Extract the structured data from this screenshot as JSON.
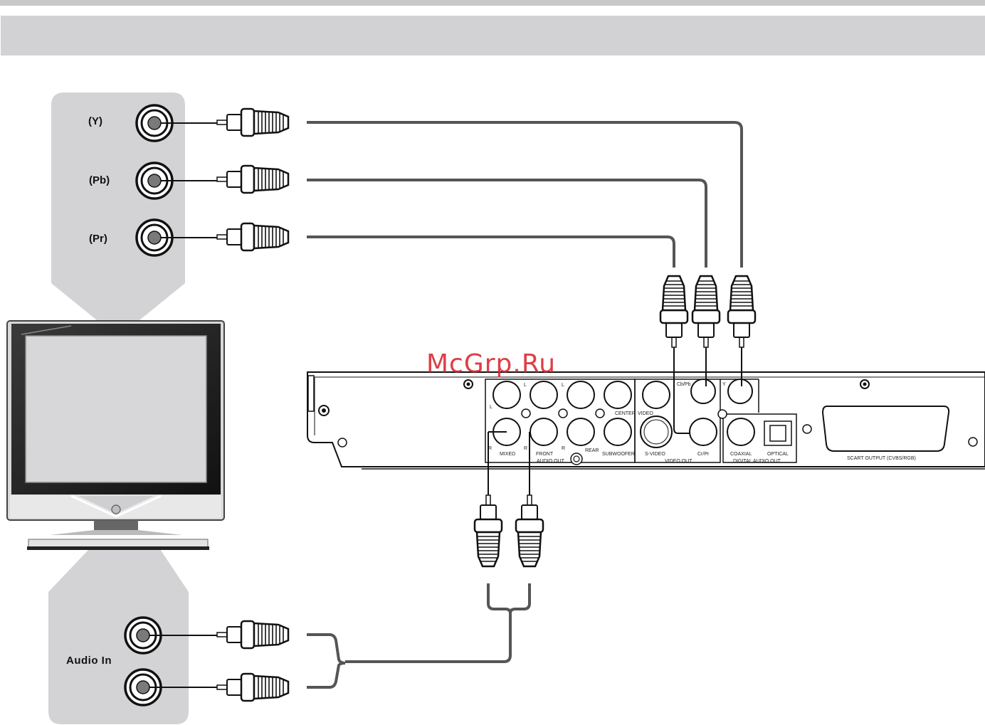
{
  "tv_video_inputs": [
    "(Y)",
    "(Pb)",
    "(Pr)"
  ],
  "tv_audio_label": "Audio In",
  "watermark": "McGrp.Ru",
  "player": {
    "audio_out": {
      "top_row": [
        "L",
        "L",
        "L",
        "CENTER"
      ],
      "bottom_row": [
        "R",
        "MIXED",
        "R",
        "FRONT",
        "R",
        "REAR",
        "SUBWOOFER"
      ],
      "group_label": "AUDIO OUT"
    },
    "video_out": {
      "labels": [
        "VIDEO",
        "Cb/Pb",
        "Y",
        "S-VIDEO",
        "Cr/Pr"
      ],
      "group_label": "VIDEO OUT"
    },
    "digital_audio_out": {
      "labels": [
        "COAXIAL",
        "OPTICAL"
      ],
      "group_label": "DIGITAL AUDIO OUT"
    },
    "scart_label": "SCART OUTPUT (CVBS/RGB)"
  }
}
